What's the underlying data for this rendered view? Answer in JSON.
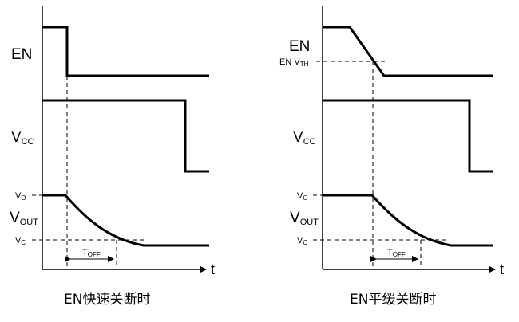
{
  "left": {
    "en_label": "EN",
    "vcc_main": "V",
    "vcc_sub": "CC",
    "vo_main": "V",
    "vo_sub": "O",
    "vout_main": "V",
    "vout_sub": "OUT",
    "vc_main": "V",
    "vc_sub": "C",
    "toff_main": "T",
    "toff_sub": "OFF",
    "t_label": "t",
    "caption": "EN快速关断时"
  },
  "right": {
    "en_label": "EN",
    "enth_main": "EN V",
    "enth_sub": "TH",
    "vcc_main": "V",
    "vcc_sub": "CC",
    "vo_main": "V",
    "vo_sub": "O",
    "vout_main": "V",
    "vout_sub": "OUT",
    "vc_main": "V",
    "vc_sub": "C",
    "toff_main": "T",
    "toff_sub": "OFF",
    "t_label": "t",
    "caption": "EN平缓关断时"
  }
}
